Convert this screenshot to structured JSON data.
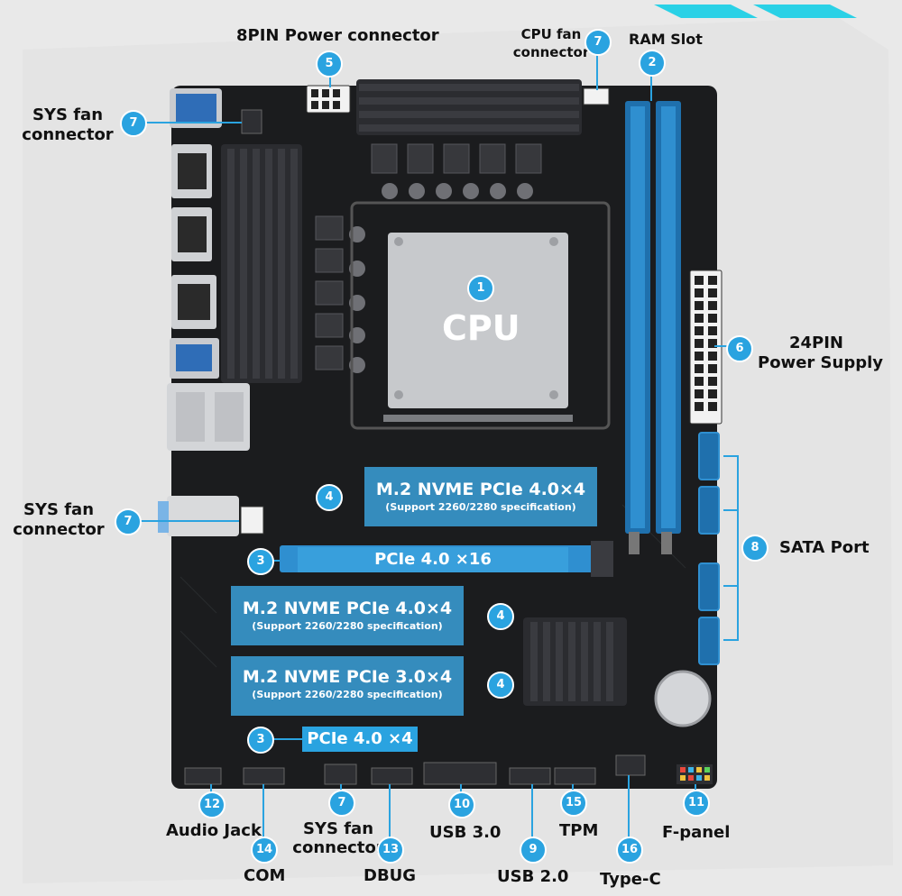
{
  "labels": {
    "cpu": "CPU",
    "power8": "8PIN Power connector",
    "cpu_fan_1": "CPU fan",
    "cpu_fan_2": "connector",
    "ram": "RAM Slot",
    "sys_fan_top_1": "SYS fan",
    "sys_fan_top_2": "connector",
    "sys_fan_mid_1": "SYS fan",
    "sys_fan_mid_2": "connector",
    "sys_fan_bot_1": "SYS fan",
    "sys_fan_bot_2": "connector",
    "power24_1": "24PIN",
    "power24_2": "Power Supply",
    "sata": "SATA Port",
    "audio": "Audio Jack",
    "com": "COM",
    "dbug": "DBUG",
    "usb3": "USB 3.0",
    "usb2": "USB 2.0",
    "tpm": "TPM",
    "typec": "Type-C",
    "fpanel": "F-panel"
  },
  "slots": {
    "m2_top_title": "M.2 NVME PCIe 4.0×4",
    "m2_top_sub": "(Support 2260/2280 specification)",
    "pcie16": "PCIe 4.0 ×16",
    "m2_mid_title": "M.2 NVME PCIe 4.0×4",
    "m2_mid_sub": "(Support 2260/2280 specification)",
    "m2_bot_title": "M.2 NVME PCIe 3.0×4",
    "m2_bot_sub": "(Support 2260/2280 specification)",
    "pcie4": "PCIe 4.0 ×4"
  },
  "badges": {
    "b1": "1",
    "b2": "2",
    "b3a": "3",
    "b3b": "3",
    "b4a": "4",
    "b4b": "4",
    "b4c": "4",
    "b5": "5",
    "b6": "6",
    "b7a": "7",
    "b7b": "7",
    "b7c": "7",
    "b7d": "7",
    "b8": "8",
    "b9": "9",
    "b10": "10",
    "b11": "11",
    "b12": "12",
    "b13": "13",
    "b14": "14",
    "b15": "15",
    "b16": "16"
  },
  "colors": {
    "accent": "#2aa3e0",
    "board": "#1b1c1e",
    "ram_slot": "#2f8fd0"
  }
}
